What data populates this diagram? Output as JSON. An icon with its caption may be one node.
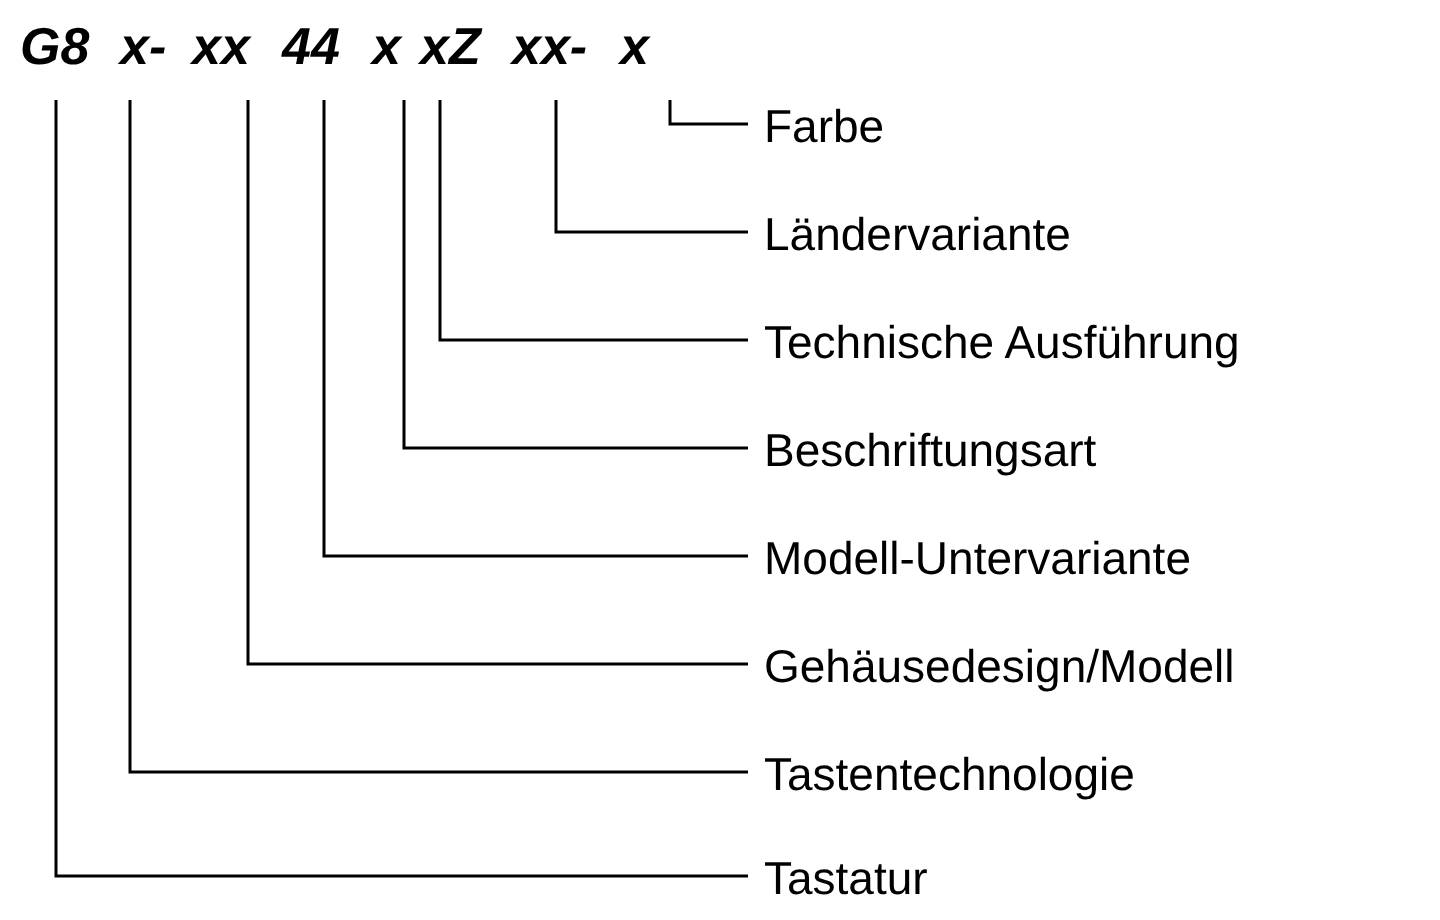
{
  "diagram": {
    "nodes": [
      {
        "text": [
          "G8"
        ]
      },
      {
        "text": [
          "x-"
        ]
      },
      {
        "text": [
          "xx"
        ]
      },
      {
        "text": [
          "44"
        ]
      },
      {
        "text": [
          "x"
        ]
      },
      {
        "text": [
          "xZ"
        ]
      },
      {
        "text": [
          "xx-"
        ]
      },
      {
        "text": [
          "x"
        ]
      },
      {
        "text": [
          "Farbe"
        ]
      },
      {
        "text": [
          "Ländervariante"
        ]
      },
      {
        "text": [
          "Technische Ausführung"
        ]
      },
      {
        "text": [
          "Beschriftungsart"
        ]
      },
      {
        "text": [
          "Modell-Untervariante"
        ]
      },
      {
        "text": [
          "Gehäusedesign/Modell"
        ]
      },
      {
        "text": [
          "Tastentechnologie"
        ]
      },
      {
        "text": [
          "Tastatur"
        ]
      }
    ],
    "edges": [
      {
        "from": 7,
        "to": 8,
        "arrow": "none"
      },
      {
        "from": 6,
        "to": 9,
        "arrow": "none"
      },
      {
        "from": 5,
        "to": 10,
        "arrow": "none"
      },
      {
        "from": 4,
        "to": 11,
        "arrow": "none"
      },
      {
        "from": 3,
        "to": 12,
        "arrow": "none"
      },
      {
        "from": 2,
        "to": 13,
        "arrow": "none"
      },
      {
        "from": 1,
        "to": 14,
        "arrow": "none"
      },
      {
        "from": 0,
        "to": 15,
        "arrow": "none"
      }
    ]
  }
}
